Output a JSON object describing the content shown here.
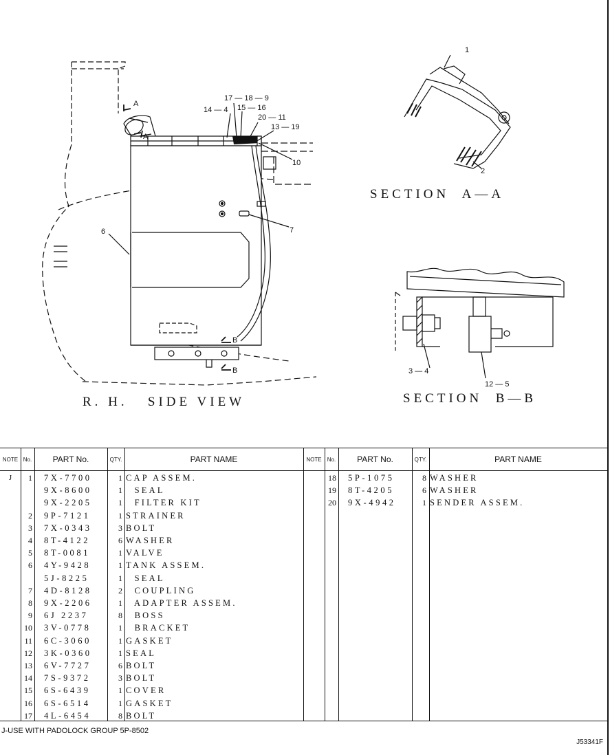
{
  "views": {
    "side_view_title": "R. H.   SIDE VIEW",
    "section_aa_title": "SECTION  A—A",
    "section_bb_title": "SECTION  B—B",
    "labels": {
      "a_upper": "A",
      "a_lower": "A",
      "b_upper": "B",
      "b_lower": "B",
      "c1": "1",
      "c2": "2",
      "c6": "6",
      "c7": "7",
      "c10": "10",
      "c14_4": "14 — 4",
      "c17_18_9": "17 — 18 — 9",
      "c15_16": "15 — 16",
      "c20_11": "20 — 11",
      "c13_19": "13 — 19",
      "c3_4": "3 — 4",
      "c12_5": "12 — 5"
    }
  },
  "table": {
    "headers": {
      "note": "NOTE",
      "no": "No.",
      "part_no": "PART No.",
      "qty": "QTY.",
      "part_name": "PART NAME"
    },
    "left_rows": [
      {
        "note": "J",
        "no": "1",
        "part": "7X-7700",
        "qty": "1",
        "name": "CAP ASSEM."
      },
      {
        "note": "",
        "no": "",
        "part": "9X-8600",
        "qty": "1",
        "name": "  SEAL"
      },
      {
        "note": "",
        "no": "",
        "part": "9X-2205",
        "qty": "1",
        "name": "  FILTER KIT"
      },
      {
        "note": "",
        "no": "2",
        "part": "9P-7121",
        "qty": "1",
        "name": "STRAINER"
      },
      {
        "note": "",
        "no": "3",
        "part": "7X-0343",
        "qty": "3",
        "name": "BOLT"
      },
      {
        "note": "",
        "no": "4",
        "part": "8T-4122",
        "qty": "6",
        "name": "WASHER"
      },
      {
        "note": "",
        "no": "5",
        "part": "8T-0081",
        "qty": "1",
        "name": "VALVE"
      },
      {
        "note": "",
        "no": "6",
        "part": "4Y-9428",
        "qty": "1",
        "name": "TANK ASSEM."
      },
      {
        "note": "",
        "no": "",
        "part": "5J-8225",
        "qty": "1",
        "name": "  SEAL"
      },
      {
        "note": "",
        "no": "7",
        "part": "4D-8128",
        "qty": "2",
        "name": "  COUPLING"
      },
      {
        "note": "",
        "no": "8",
        "part": "9X-2206",
        "qty": "1",
        "name": "  ADAPTER ASSEM."
      },
      {
        "note": "",
        "no": "9",
        "part": "6J 2237",
        "qty": "8",
        "name": "  BOSS"
      },
      {
        "note": "",
        "no": "10",
        "part": "3V-0778",
        "qty": "1",
        "name": "  BRACKET"
      },
      {
        "note": "",
        "no": "11",
        "part": "6C-3060",
        "qty": "1",
        "name": "GASKET"
      },
      {
        "note": "",
        "no": "12",
        "part": "3K-0360",
        "qty": "1",
        "name": "SEAL"
      },
      {
        "note": "",
        "no": "13",
        "part": "6V-7727",
        "qty": "6",
        "name": "BOLT"
      },
      {
        "note": "",
        "no": "14",
        "part": "7S-9372",
        "qty": "3",
        "name": "BOLT"
      },
      {
        "note": "",
        "no": "15",
        "part": "6S-6439",
        "qty": "1",
        "name": "COVER"
      },
      {
        "note": "",
        "no": "16",
        "part": "6S-6514",
        "qty": "1",
        "name": "GASKET"
      },
      {
        "note": "",
        "no": "17",
        "part": "4L-6454",
        "qty": "8",
        "name": "BOLT"
      }
    ],
    "right_rows": [
      {
        "note": "",
        "no": "18",
        "part": "5P-1075",
        "qty": "8",
        "name": "WASHER"
      },
      {
        "note": "",
        "no": "19",
        "part": "8T-4205",
        "qty": "6",
        "name": "WASHER"
      },
      {
        "note": "",
        "no": "20",
        "part": "9X-4942",
        "qty": "1",
        "name": "SENDER ASSEM."
      }
    ]
  },
  "footnote": "J-USE WITH PADOLOCK GROUP 5P-8502",
  "drawing_id": "J53341F"
}
